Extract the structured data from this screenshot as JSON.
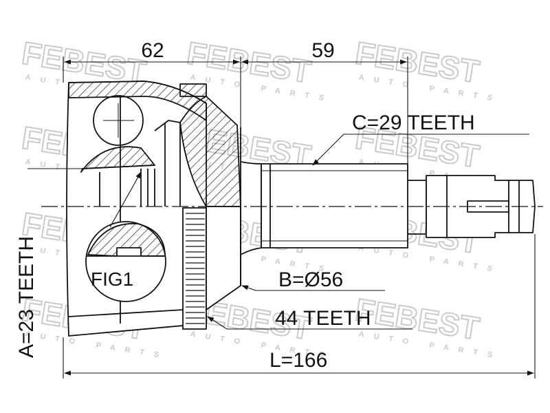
{
  "watermark": {
    "brand": "FEBEST",
    "tagline": "AUTO PARTS",
    "color": "#b8b8b8"
  },
  "dimensions": {
    "cup_length": "62",
    "shaft_length": "59",
    "overall_length": "L=166"
  },
  "callouts": {
    "spline_c": "C=29 TEETH",
    "diameter_b": "B=Ø56",
    "abs_ring": "44 TEETH",
    "spline_a": "A=23 TEETH",
    "figure": "FIG1"
  },
  "colors": {
    "line": "#111111",
    "background": "#ffffff"
  }
}
